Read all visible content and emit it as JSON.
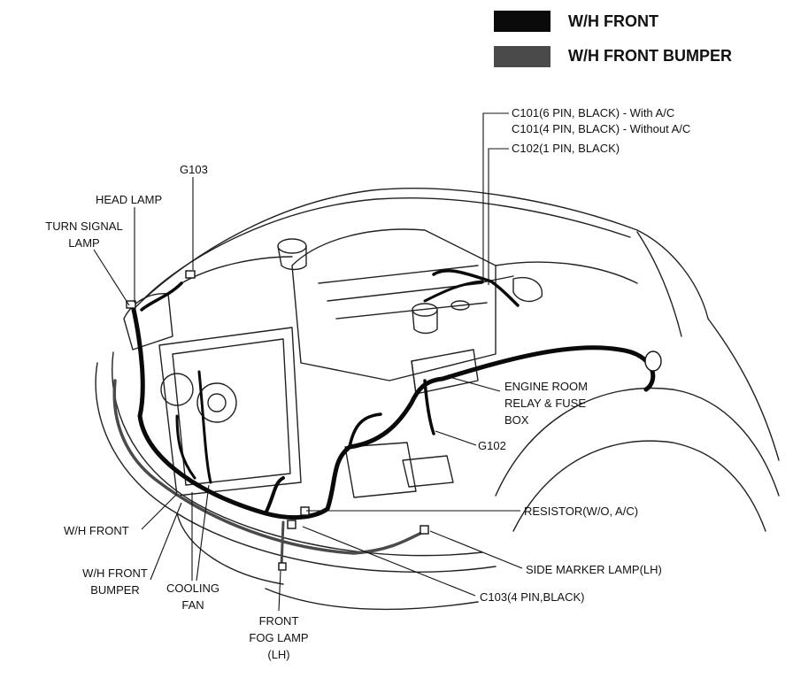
{
  "legend": {
    "items": [
      {
        "label": "W/H FRONT",
        "color": "#0a0a0a"
      },
      {
        "label": "W/H FRONT BUMPER",
        "color": "#4a4a4a"
      }
    ]
  },
  "callouts": {
    "c101_ac": "C101(6 PIN, BLACK) - With A/C",
    "c101_no_ac": "C101(4 PIN, BLACK) - Without A/C",
    "c102": "C102(1 PIN, BLACK)",
    "g103": "G103",
    "head_lamp": "HEAD LAMP",
    "turn_signal_lamp": [
      "TURN SIGNAL",
      "LAMP"
    ],
    "engine_room_box": [
      "ENGINE ROOM",
      "RELAY & FUSE",
      "BOX"
    ],
    "g102": "G102",
    "resistor": "RESISTOR(W/O, A/C)",
    "wh_front": "W/H FRONT",
    "wh_front_bumper": [
      "W/H FRONT",
      "BUMPER"
    ],
    "cooling_fan": [
      "COOLING",
      "FAN"
    ],
    "side_marker_lamp": "SIDE MARKER LAMP(LH)",
    "c103": "C103(4 PIN,BLACK)",
    "front_fog_lamp": [
      "FRONT",
      "FOG LAMP",
      "(LH)"
    ]
  }
}
